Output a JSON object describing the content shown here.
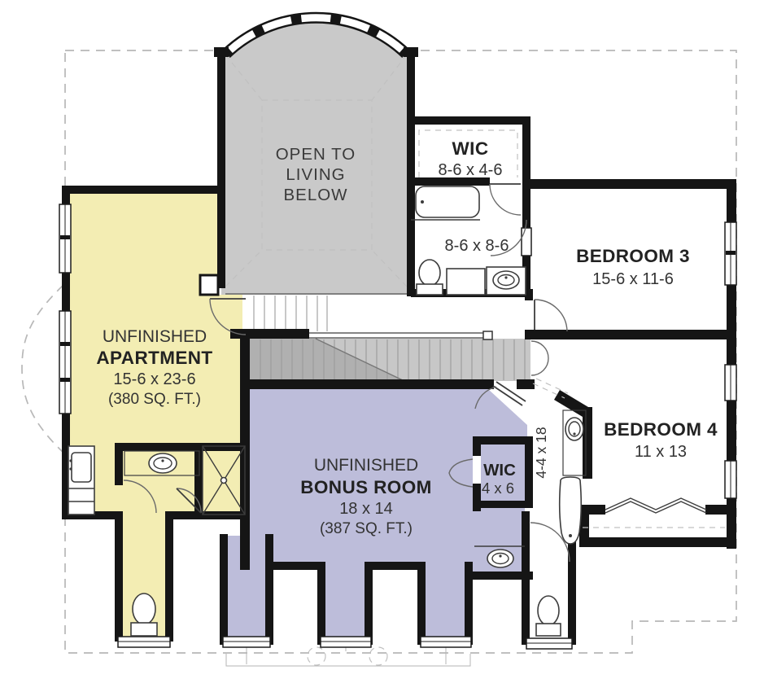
{
  "rooms": {
    "open_below": {
      "lines": [
        "OPEN TO",
        "LIVING",
        "BELOW"
      ]
    },
    "wic_main": {
      "name": "WIC",
      "dims": "8-6 x 4-6"
    },
    "bath_main": {
      "dims": "8-6 x 8-6"
    },
    "bedroom3": {
      "name": "BEDROOM 3",
      "dims": "15-6 x 11-6"
    },
    "apartment": {
      "label_line1": "UNFINISHED",
      "label_line2": "APARTMENT",
      "dims": "15-6 x 23-6",
      "area": "(380 SQ. FT.)"
    },
    "bonus": {
      "label_line1": "UNFINISHED",
      "label_line2": "BONUS ROOM",
      "dims": "18 x 14",
      "area": "(387 SQ. FT.)"
    },
    "wic_bonus": {
      "name": "WIC",
      "dims": "4 x 6"
    },
    "hall_bath": {
      "dims": "4-4 x 18"
    },
    "bedroom4": {
      "name": "BEDROOM 4",
      "dims": "11 x 13"
    }
  },
  "colors": {
    "apartment_fill": "#f3edb3",
    "bonus_fill": "#bdbdda",
    "open_below_fill": "#c9c9c9",
    "stair_fill": "#c7c7c7",
    "stair_shade": "#b0b0b0",
    "wall": "#151515",
    "dashed_line": "#b8b8b8",
    "text": "#333333"
  }
}
